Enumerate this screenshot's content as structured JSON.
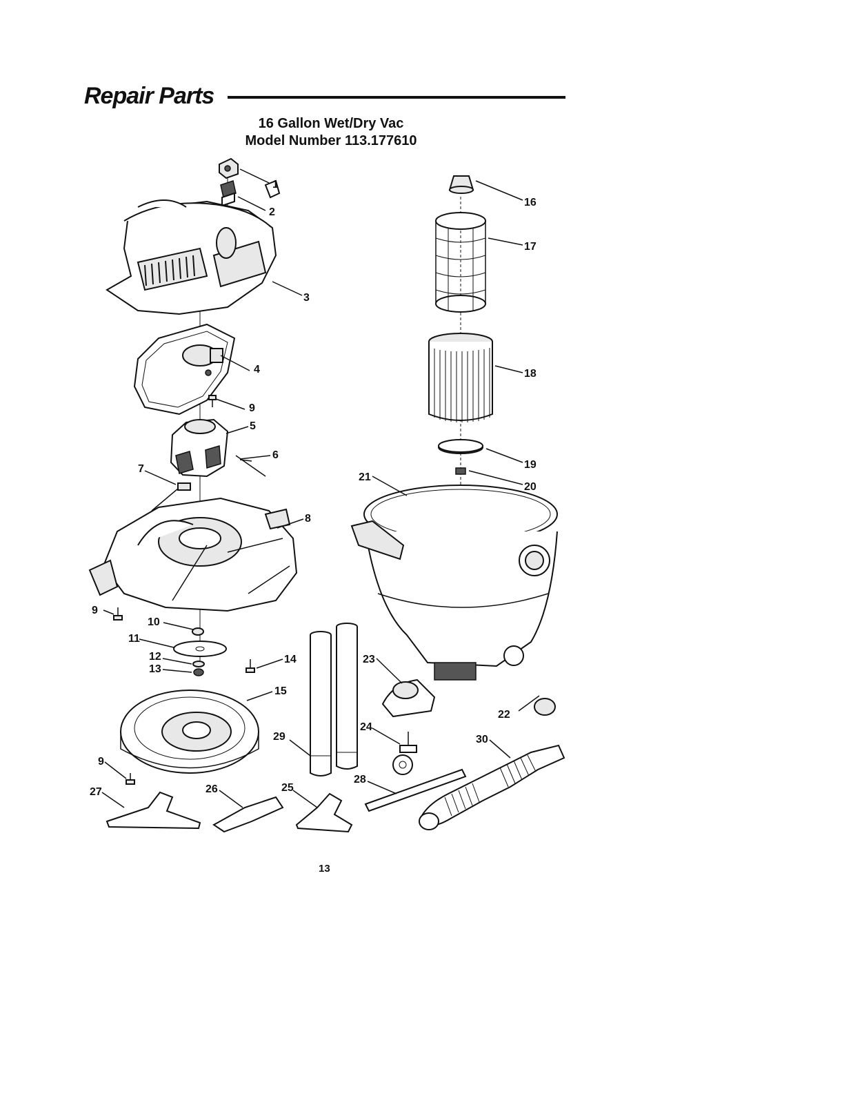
{
  "header": {
    "section_title": "Repair Parts",
    "subtitle_line1": "16 Gallon Wet/Dry Vac",
    "subtitle_line2": "Model Number 113.177610"
  },
  "callouts": [
    "1",
    "2",
    "3",
    "4",
    "5",
    "6",
    "7",
    "8",
    "9",
    "9",
    "9",
    "10",
    "11",
    "12",
    "13",
    "14",
    "15",
    "16",
    "17",
    "18",
    "19",
    "20",
    "21",
    "22",
    "23",
    "24",
    "25",
    "26",
    "27",
    "28",
    "29",
    "30"
  ],
  "footer": {
    "page_number": "13"
  }
}
